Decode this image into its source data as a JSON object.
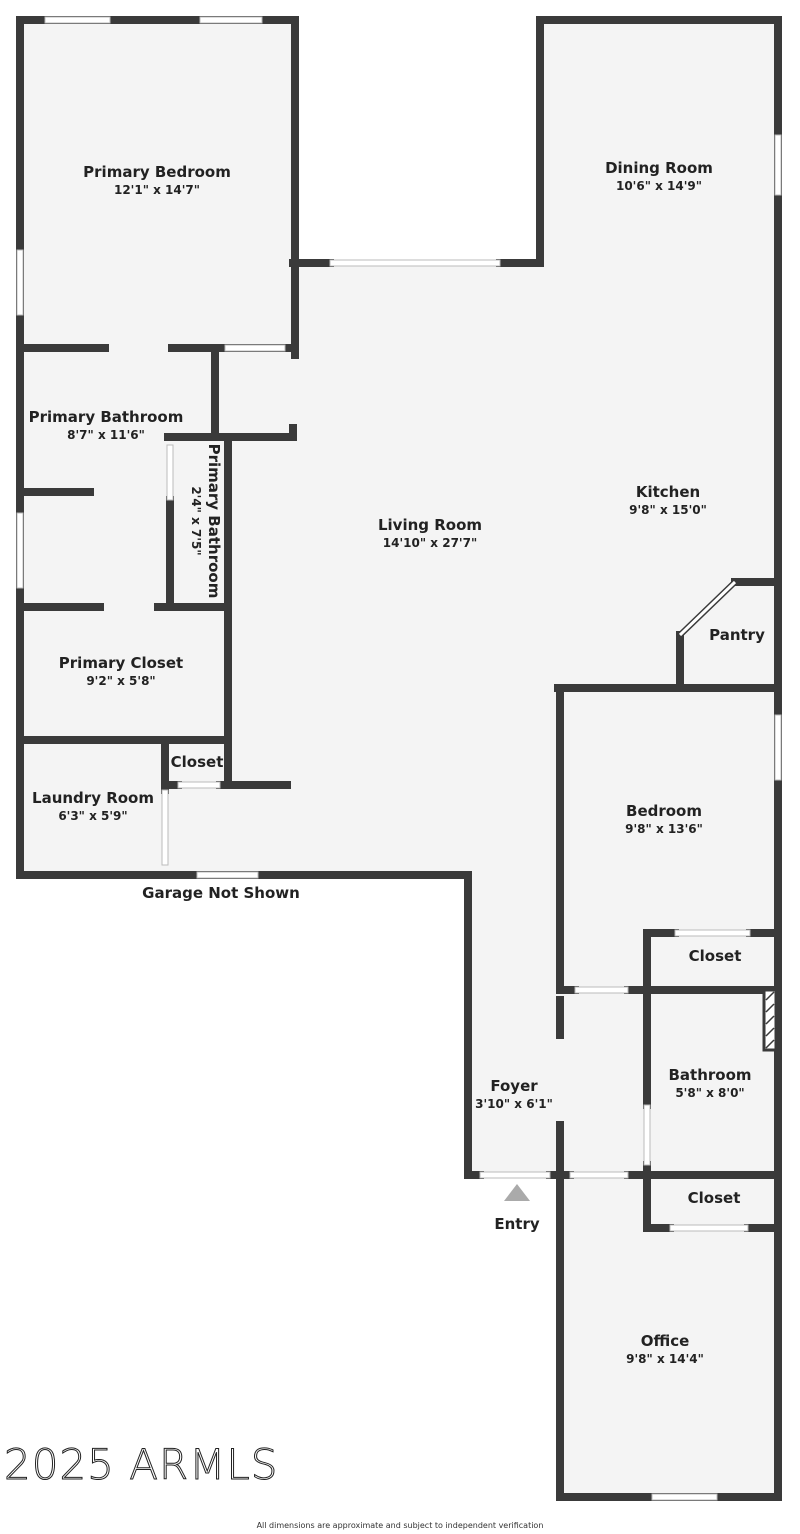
{
  "colors": {
    "wall": "#3a3a3a",
    "floor": "#f4f4f4",
    "window": "#ffffff",
    "entry_marker": "#aaaaaa"
  },
  "rooms": [
    {
      "name": "Primary Bedroom",
      "dims": "12'1\" x 14'7\""
    },
    {
      "name": "Dining Room",
      "dims": "10'6\" x 14'9\""
    },
    {
      "name": "Primary Bathroom",
      "dims": "8'7\" x 11'6\""
    },
    {
      "name": "Primary Bathroom",
      "dims": "2'4\" x 7'5\""
    },
    {
      "name": "Kitchen",
      "dims": "9'8\" x 15'0\""
    },
    {
      "name": "Living Room",
      "dims": "14'10\" x 27'7\""
    },
    {
      "name": "Pantry",
      "dims": ""
    },
    {
      "name": "Primary Closet",
      "dims": "9'2\" x 5'8\""
    },
    {
      "name": "Closet",
      "dims": ""
    },
    {
      "name": "Laundry Room",
      "dims": "6'3\" x 5'9\""
    },
    {
      "name": "Bedroom",
      "dims": "9'8\" x 13'6\""
    },
    {
      "name": "Closet",
      "dims": ""
    },
    {
      "name": "Foyer",
      "dims": "3'10\" x 6'1\""
    },
    {
      "name": "Bathroom",
      "dims": "5'8\" x 8'0\""
    },
    {
      "name": "Closet",
      "dims": ""
    },
    {
      "name": "Office",
      "dims": "9'8\" x 14'4\""
    }
  ],
  "annotations": {
    "garage": "Garage Not Shown",
    "entry": "Entry"
  },
  "watermark": "2025 ARMLS",
  "footer": "All dimensions are approximate and subject to independent verification"
}
